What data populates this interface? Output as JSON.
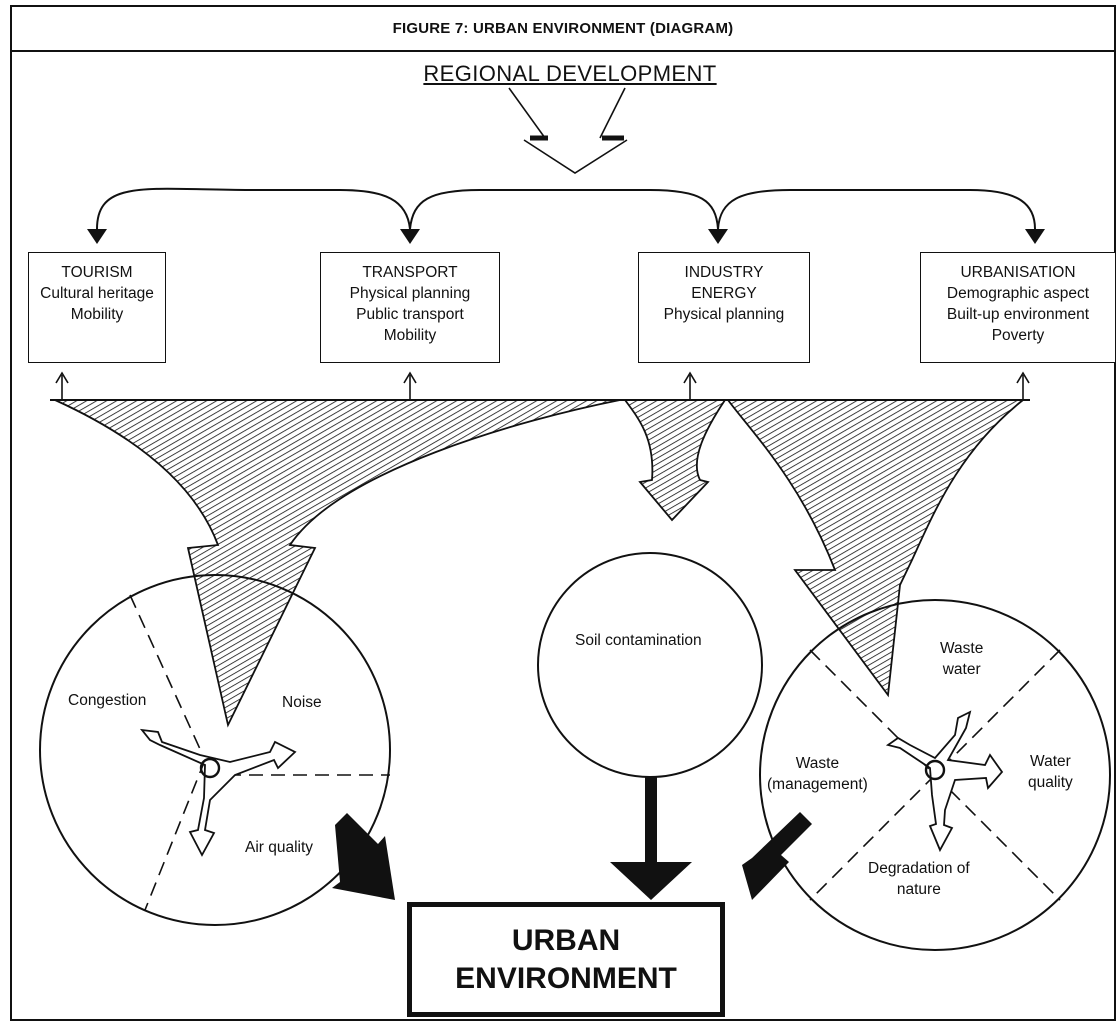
{
  "title": "FIGURE 7: URBAN ENVIRONMENT (DIAGRAM)",
  "top_label": "REGIONAL DEVELOPMENT",
  "sectors": [
    {
      "heading": "TOURISM",
      "lines": [
        "Cultural heritage",
        "Mobility"
      ]
    },
    {
      "heading": "TRANSPORT",
      "lines": [
        "Physical planning",
        "Public transport",
        "Mobility"
      ]
    },
    {
      "heading": "INDUSTRY",
      "lines": [
        "ENERGY",
        "Physical planning"
      ]
    },
    {
      "heading": "URBANISATION",
      "lines": [
        "Demographic aspect",
        "Built-up environment",
        "Poverty"
      ]
    }
  ],
  "left_circle": {
    "congestion": "Congestion",
    "noise": "Noise",
    "air_quality": "Air quality"
  },
  "middle_circle": {
    "label": "Soil contamination"
  },
  "right_circle": {
    "waste_water": [
      "Waste",
      "water"
    ],
    "waste_management": [
      "Waste",
      "(management)"
    ],
    "water_quality": [
      "Water",
      "quality"
    ],
    "degradation": [
      "Degradation of",
      "nature"
    ]
  },
  "result": {
    "line1": "URBAN",
    "line2": "ENVIRONMENT"
  },
  "colors": {
    "ink": "#111111",
    "background": "#ffffff"
  }
}
